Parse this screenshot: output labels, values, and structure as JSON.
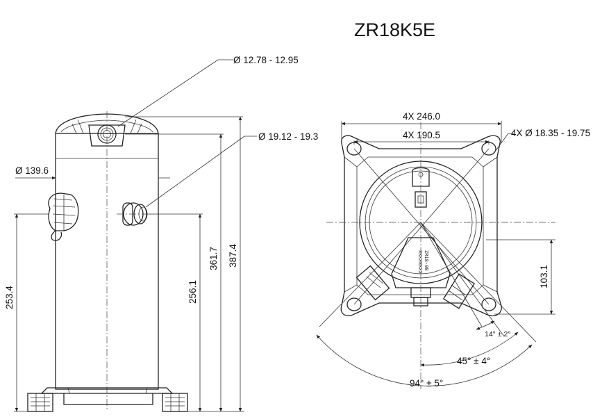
{
  "title": "ZR18K5E",
  "side_view": {
    "dims": {
      "top_connection_diameter": "Ø 12.78 - 12.95",
      "side_connection_diameter": "Ø 19.12 - 19.3",
      "shell_diameter": "Ø 139.6",
      "overall_height": "387.4",
      "top_connection_height": "361.7",
      "side_connection_height": "256.1",
      "terminal_height": "253.4"
    }
  },
  "top_view": {
    "etched_text_1": "XXXXXXXX",
    "etched_text_2": "ZR18-00",
    "dims": {
      "outer_mount_spacing": "4X 246.0",
      "inner_mount_spacing": "4X 190.5",
      "mount_hole_diameter": "4X Ø 18.35 - 19.75",
      "offset": "103.1",
      "angle_small": "14° ± 2°",
      "angle_medium": "45° ± 4°",
      "angle_large": "94° ± 5°"
    }
  }
}
